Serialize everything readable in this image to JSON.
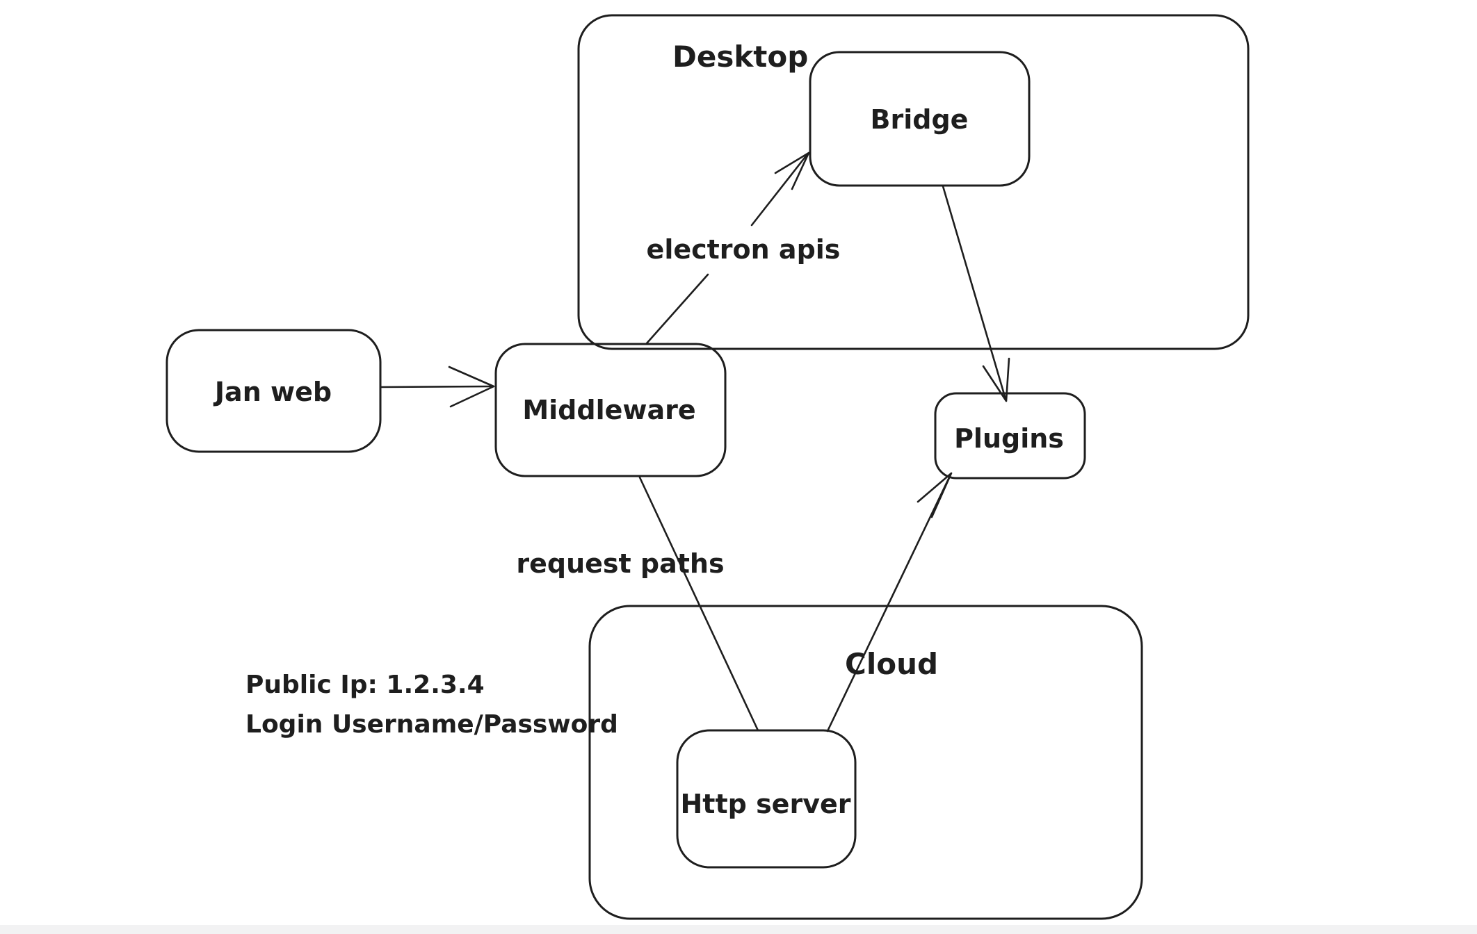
{
  "diagram": {
    "background": "#ffffff",
    "stroke_color": "#1e1e1e",
    "bottom_strip_color": "#f2f2f3",
    "containers": [
      {
        "id": "desktop",
        "label": "Desktop"
      },
      {
        "id": "cloud",
        "label": "Cloud"
      }
    ],
    "nodes": [
      {
        "id": "jan-web",
        "label": "Jan web"
      },
      {
        "id": "middleware",
        "label": "Middleware"
      },
      {
        "id": "bridge",
        "label": "Bridge"
      },
      {
        "id": "plugins",
        "label": "Plugins"
      },
      {
        "id": "http-server",
        "label": "Http server"
      }
    ],
    "edges": [
      {
        "from": "Jan web",
        "to": "Middleware",
        "label": ""
      },
      {
        "from": "Middleware",
        "to": "Bridge",
        "label": "electron apis"
      },
      {
        "from": "Bridge",
        "to": "Plugins",
        "label": ""
      },
      {
        "from": "Middleware",
        "to": "Http server",
        "label": "request paths"
      },
      {
        "from": "Http server",
        "to": "Plugins",
        "label": ""
      }
    ],
    "notes": [
      {
        "text": "Public Ip: 1.2.3.4"
      },
      {
        "text": "Login Username/Password"
      }
    ]
  }
}
